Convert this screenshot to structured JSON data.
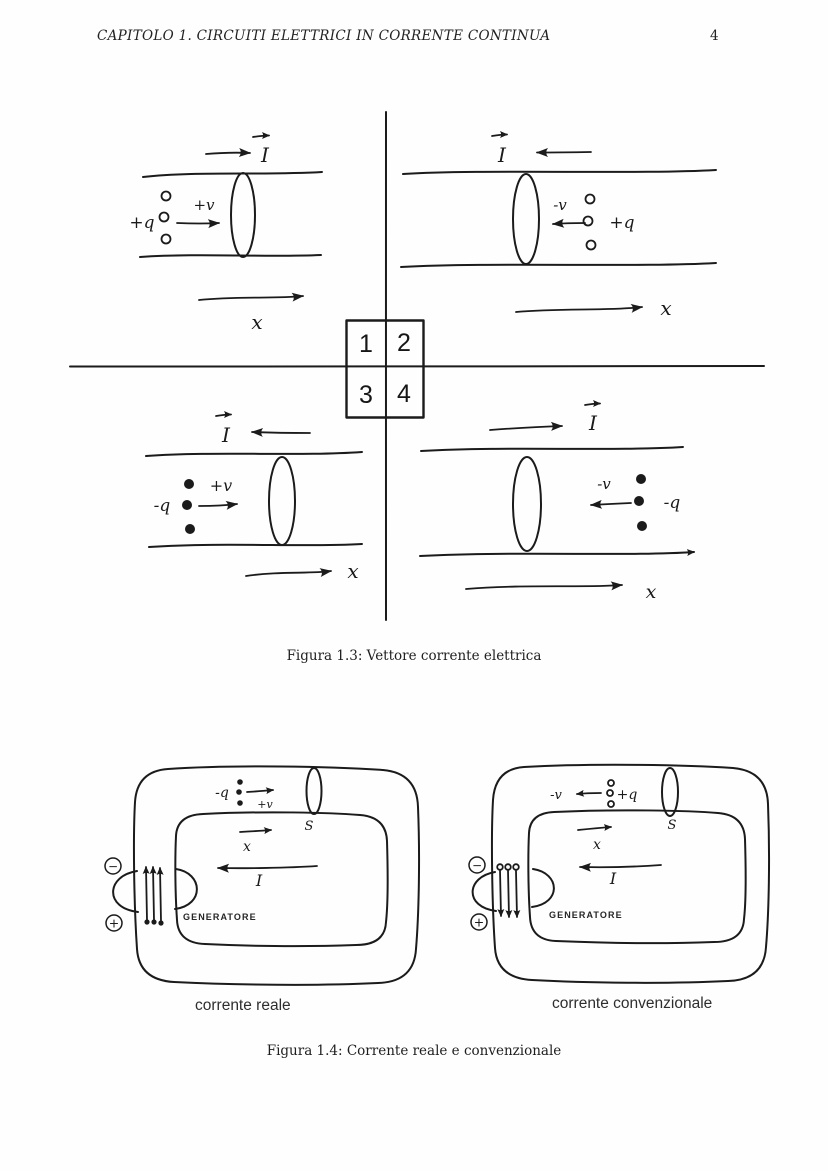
{
  "page": {
    "header_title": "CAPITOLO 1.   CIRCUITI ELETTRICI IN CORRENTE CONTINUA",
    "page_number": "4"
  },
  "figure13": {
    "caption": "Figura 1.3: Vettore corrente elettrica",
    "box": {
      "q1": "1",
      "q2": "2",
      "q3": "3",
      "q4": "4"
    },
    "q1": {
      "current": "I",
      "charge": "+q",
      "velocity": "+v",
      "axis": "x"
    },
    "q2": {
      "current": "I",
      "charge": "+q",
      "velocity": "-v",
      "axis": "x"
    },
    "q3": {
      "current": "I",
      "charge": "-q",
      "velocity": "+v",
      "axis": "x"
    },
    "q4": {
      "current": "I",
      "charge": "-q",
      "velocity": "-v",
      "axis": "x"
    }
  },
  "figure14": {
    "caption": "Figura 1.4: Corrente reale e convenzionale",
    "left": {
      "charge": "-q",
      "velocity": "+v",
      "surface": "S",
      "axis": "x",
      "current": "I",
      "generator": "GENERATORE",
      "terminal_minus": "−",
      "terminal_plus": "+",
      "label": "corrente reale"
    },
    "right": {
      "charge": "+q",
      "velocity": "-v",
      "surface": "S",
      "axis": "x",
      "current": "I",
      "generator": "GENERATORE",
      "terminal_minus": "−",
      "terminal_plus": "+",
      "label": "corrente convenzionale"
    }
  },
  "colors": {
    "ink": "#1b1b1b",
    "paper": "#fefefe"
  }
}
